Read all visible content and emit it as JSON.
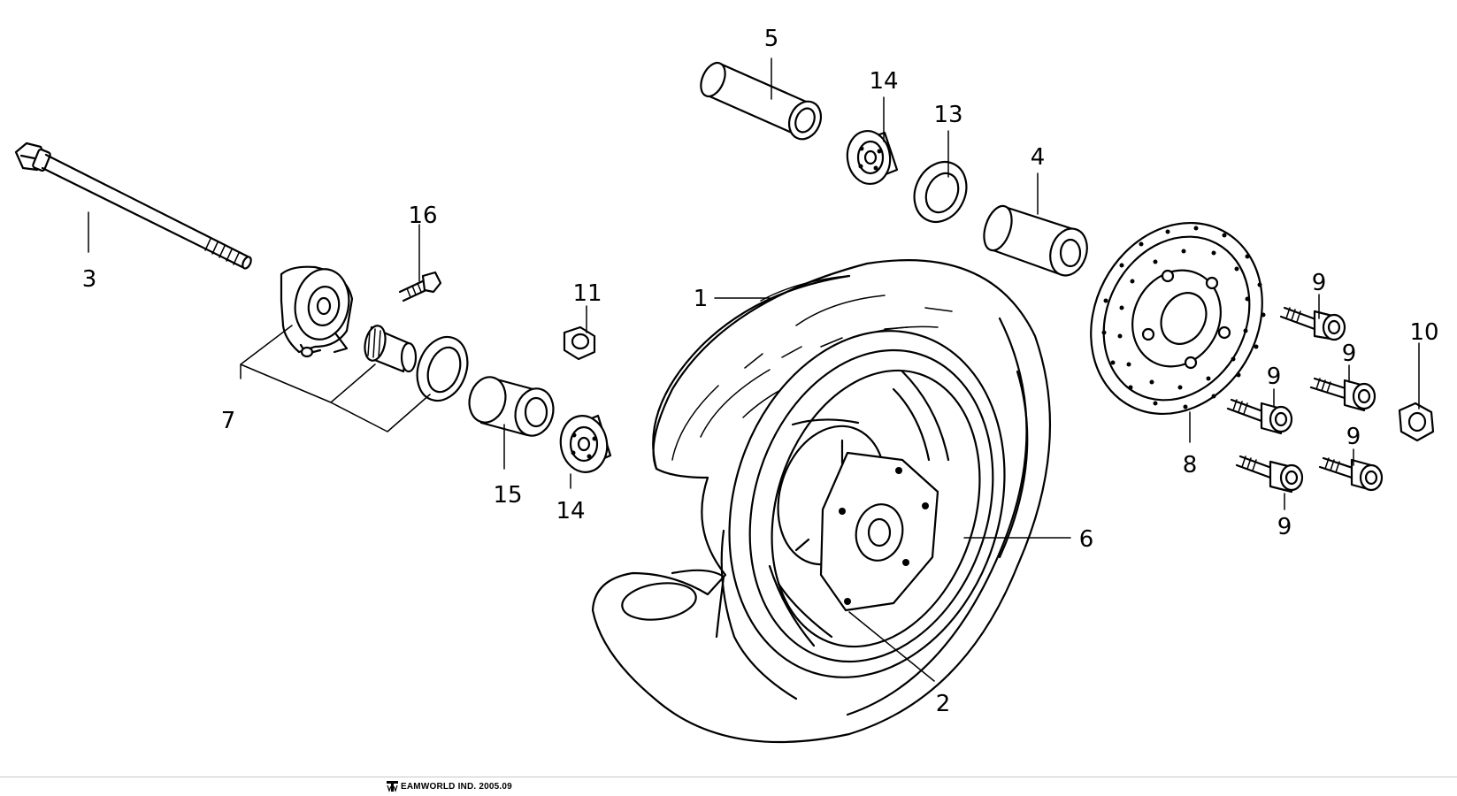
{
  "diagram": {
    "callouts": {
      "c1": "1",
      "c2": "2",
      "c3": "3",
      "c4": "4",
      "c5": "5",
      "c6": "6",
      "c7": "7",
      "c8": "8",
      "c9a": "9",
      "c9b": "9",
      "c9c": "9",
      "c9d": "9",
      "c9e": "9",
      "c10": "10",
      "c11": "11",
      "c13": "13",
      "c14a": "14",
      "c14b": "14",
      "c15": "15",
      "c16": "16"
    }
  },
  "footer": {
    "text": "EAMWORLD IND. 2005.09"
  }
}
